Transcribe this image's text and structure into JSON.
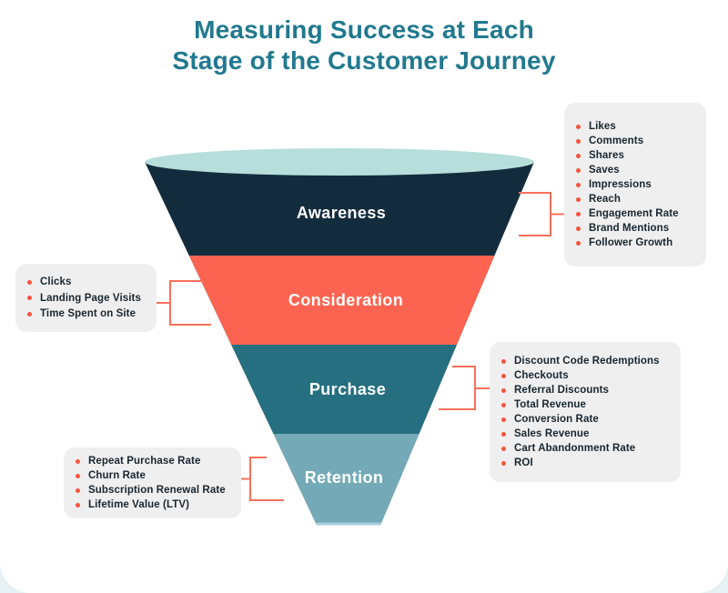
{
  "title": {
    "line1": "Measuring Success at Each",
    "line2": "Stage of the Customer Journey"
  },
  "stages": [
    {
      "label": "Awareness",
      "metrics": [
        "Likes",
        "Comments",
        "Shares",
        "Saves",
        "Impressions",
        "Reach",
        "Engagement Rate",
        "Brand Mentions",
        "Follower Growth"
      ]
    },
    {
      "label": "Consideration",
      "metrics": [
        "Clicks",
        "Landing Page Visits",
        "Time Spent on Site"
      ]
    },
    {
      "label": "Purchase",
      "metrics": [
        "Discount Code Redemptions",
        "Checkouts",
        "Referral Discounts",
        "Total Revenue",
        "Conversion Rate",
        "Sales Revenue",
        "Cart Abandonment Rate",
        "ROI"
      ]
    },
    {
      "label": "Retention",
      "metrics": [
        "Repeat Purchase Rate",
        "Churn Rate",
        "Subscription Renewal Rate",
        "Lifetime Value (LTV)"
      ]
    }
  ],
  "colors": {
    "title_text": "#21798f",
    "awareness_segment": "#132c3d",
    "consideration_segment": "#fc6451",
    "purchase_segment": "#256f80",
    "retention_segment": "#74aab7",
    "funnel_top": "#b6dfdb",
    "funnel_tip_highlight": "#a6cdde",
    "connector": "#f8705b",
    "bullet": "#f4543c",
    "box_background": "#f0eff0",
    "stage_label_text": "#ffffff"
  }
}
